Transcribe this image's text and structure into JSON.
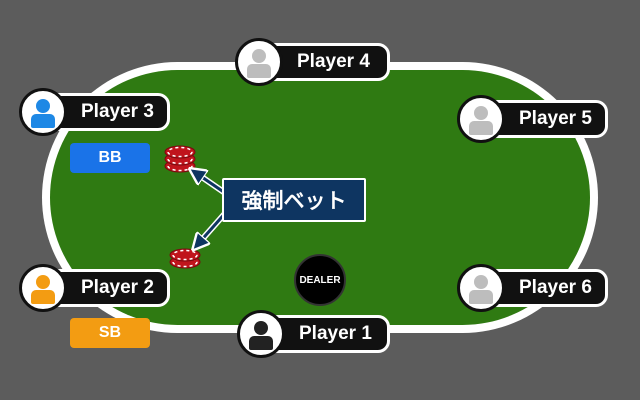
{
  "players": [
    {
      "id": "1",
      "name": "Player 1",
      "avatar_color": "#222222"
    },
    {
      "id": "2",
      "name": "Player 2",
      "avatar_color": "#f39c12"
    },
    {
      "id": "3",
      "name": "Player 3",
      "avatar_color": "#1e88e5"
    },
    {
      "id": "4",
      "name": "Player 4",
      "avatar_color": "#bdbdbd"
    },
    {
      "id": "5",
      "name": "Player 5",
      "avatar_color": "#bdbdbd"
    },
    {
      "id": "6",
      "name": "Player 6",
      "avatar_color": "#bdbdbd"
    }
  ],
  "blinds": {
    "bb": {
      "label": "BB",
      "color": "#1a73e8"
    },
    "sb": {
      "label": "SB",
      "color": "#f39c12"
    }
  },
  "dealer_button": {
    "label": "DEALER"
  },
  "annotation": {
    "label": "強制ベット"
  },
  "colors": {
    "felt": "#2f7a12",
    "rail": "#ffffff",
    "annotation_bg": "#0e3561",
    "chip": "#c0141c"
  }
}
